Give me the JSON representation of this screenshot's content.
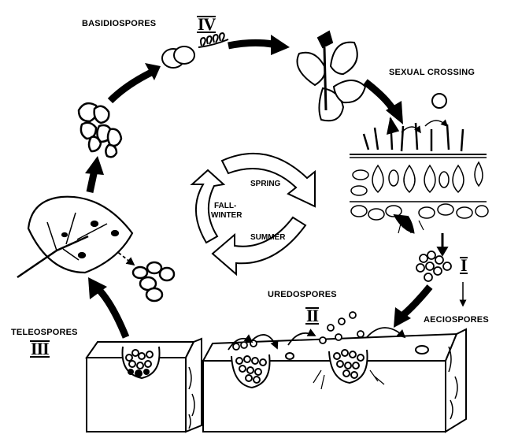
{
  "stages": {
    "basidiospores": {
      "label": "BASIDIOSPORES",
      "numeral": "IV"
    },
    "sexual_crossing": {
      "label": "SEXUAL CROSSING"
    },
    "aeciospores": {
      "label": "AECIOSPORES",
      "numeral": "I"
    },
    "uredospores": {
      "label": "UREDOSPORES",
      "numeral": "II"
    },
    "teleospores": {
      "label": "TELEOSPORES",
      "numeral": "III"
    }
  },
  "seasons": {
    "spring": "SPRING",
    "fall_winter_line1": "FALL-",
    "fall_winter_line2": "WINTER",
    "summer": "SUMMER"
  }
}
